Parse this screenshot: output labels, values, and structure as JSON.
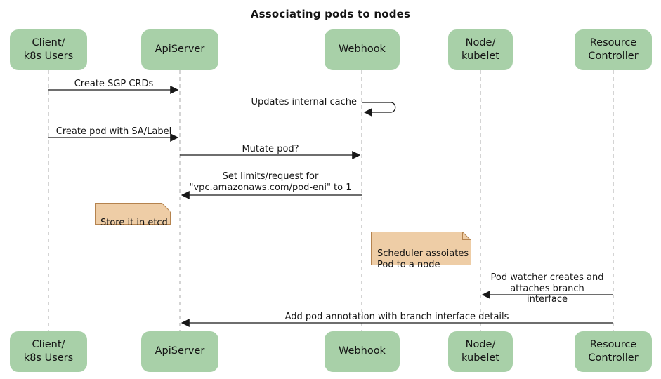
{
  "title": "Associating pods to nodes",
  "colors": {
    "participant_bg": "#a8d0a8",
    "note_bg": "#eecda6",
    "note_border": "#b5834e",
    "lifeline": "#a9a9a9",
    "arrow": "#181818",
    "text": "#141414"
  },
  "participants": [
    {
      "id": "client",
      "label": "Client/\nk8s Users"
    },
    {
      "id": "apiserver",
      "label": "ApiServer"
    },
    {
      "id": "webhook",
      "label": "Webhook"
    },
    {
      "id": "node",
      "label": "Node/\nkubelet"
    },
    {
      "id": "resource-controller",
      "label": "Resource\nController"
    }
  ],
  "messages": [
    {
      "from": "client",
      "to": "apiserver",
      "label": "Create SGP CRDs"
    },
    {
      "from": "webhook",
      "to": "webhook",
      "label": "Updates internal cache",
      "self": true
    },
    {
      "from": "client",
      "to": "apiserver",
      "label": "Create pod with SA/Label"
    },
    {
      "from": "apiserver",
      "to": "webhook",
      "label": "Mutate pod?"
    },
    {
      "from": "webhook",
      "to": "apiserver",
      "label": "Set limits/request for\n\"vpc.amazonaws.com/pod-eni\" to 1"
    },
    {
      "from": "resource-controller",
      "to": "node",
      "label": "Pod watcher creates and\nattaches branch interface"
    },
    {
      "from": "resource-controller",
      "to": "apiserver",
      "label": "Add pod annotation with branch interface details"
    }
  ],
  "notes": [
    {
      "near": "apiserver",
      "text": "Store it in etcd"
    },
    {
      "near": "node",
      "text": "Scheduler assoiates\nPod to a node"
    }
  ]
}
